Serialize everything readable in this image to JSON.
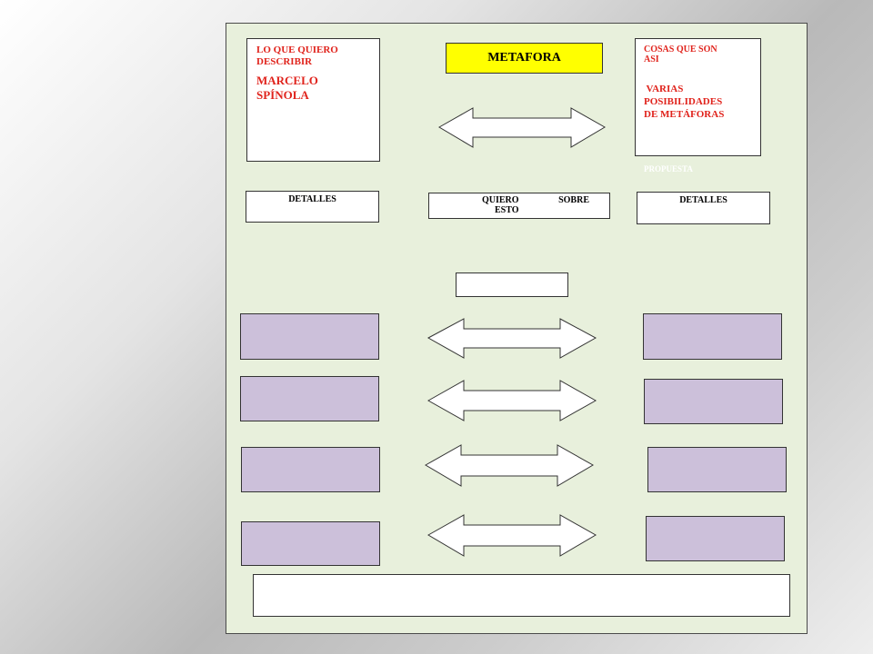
{
  "left_box": {
    "line1": "LO QUE  QUIERO",
    "line2": "DESCRIBIR",
    "line3": "MARCELO",
    "line4": "SPÍNOLA"
  },
  "title_box": {
    "label": "METAFORA",
    "fill": "#ffff00"
  },
  "right_box": {
    "line1": "COSAS QUE SON",
    "line2": "ASI",
    "line3": " VARIAS",
    "line4": "POSIBILIDADES",
    "line5": "DE METÁFORAS",
    "footer": "PROPUESTA"
  },
  "details_left": {
    "label": "DETALLES"
  },
  "center_box": {
    "word1": "QUIERO",
    "word2": "SOBRE",
    "line2": "ESTO"
  },
  "details_right": {
    "label": "DETALLES"
  },
  "colors": {
    "sheet": "#e8f0dc",
    "lavender": "#ccc0da",
    "text_red": "#e0231c"
  }
}
